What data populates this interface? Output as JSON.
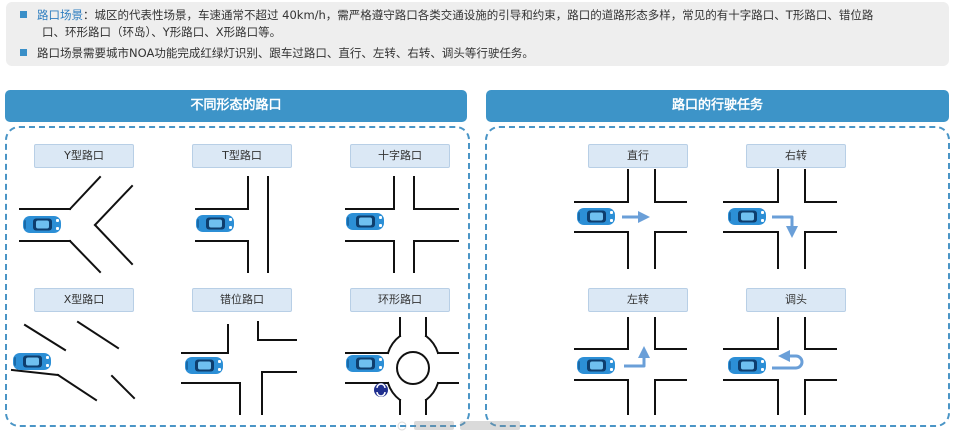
{
  "intro": {
    "bullet1_keyword": "路口场景",
    "bullet1_text": "：城区的代表性场景，车速通常不超过 40km/h，需严格遵守路口各类交通设施的引导和约束，路口的道路形态多样，常见的有十字路口、T形路口、错位路",
    "bullet1_cont": "口、环形路口（环岛）、Y形路口、X形路口等。",
    "bullet2_text": "路口场景需要城市NOA功能完成红绿灯识别、跟车过路口、直行、左转、右转、调头等行驶任务。"
  },
  "left_panel": {
    "title": "不同形态的路口",
    "labels": [
      "Y型路口",
      "T型路口",
      "十字路口",
      "X型路口",
      "错位路口",
      "环形路口"
    ]
  },
  "right_panel": {
    "title": "路口的行驶任务",
    "labels": [
      "直行",
      "右转",
      "左转",
      "调头"
    ]
  },
  "colors": {
    "accent": "#3d94c8",
    "tag_bg": "#dbe8f5",
    "car_blue": "#2c8fd6",
    "arrow_blue": "#6a9fd8"
  }
}
